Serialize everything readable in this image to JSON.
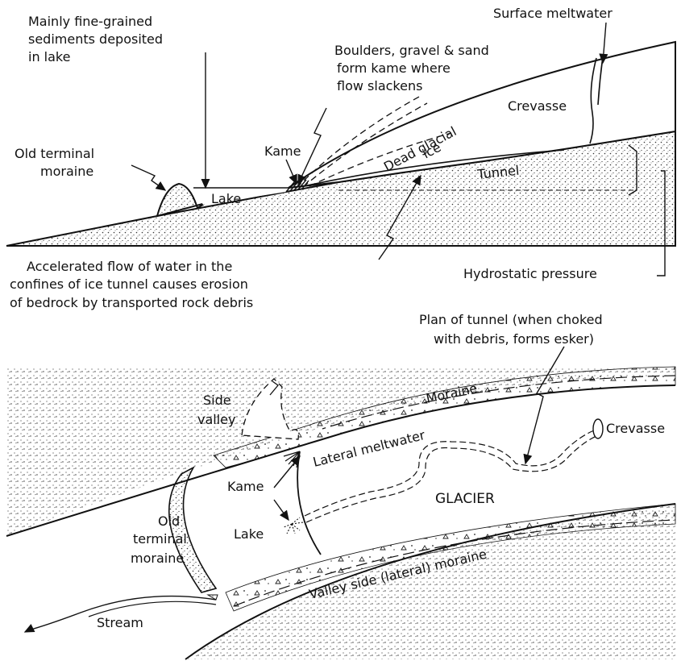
{
  "colors": {
    "ink": "#111111",
    "stipple": "#333333",
    "paper": "#ffffff"
  },
  "top_diagram": {
    "labels": {
      "fine_sediments": [
        "Mainly fine-grained",
        "sediments deposited",
        "in lake"
      ],
      "boulders": [
        "Boulders, gravel & sand",
        "form kame where",
        "flow slackens"
      ],
      "surface_meltwater": "Surface meltwater",
      "crevasse": "Crevasse",
      "dead_ice": [
        "Dead glacial",
        "ice"
      ],
      "old_terminal_moraine": [
        "Old terminal",
        "moraine"
      ],
      "kame": "Kame",
      "lake": "Lake",
      "tunnel": "Tunnel",
      "accelerated_flow": [
        "Accelerated flow of water in the",
        "confines of ice tunnel causes erosion",
        "of bedrock by transported rock debris"
      ],
      "hydrostatic_pressure": "Hydrostatic pressure"
    }
  },
  "bottom_diagram": {
    "labels": {
      "plan_of_tunnel": [
        "Plan of tunnel (when choked",
        "with debris, forms esker)"
      ],
      "side_valley": [
        "Side",
        "valley"
      ],
      "moraine": "Moraine",
      "crevasse": "Crevasse",
      "lateral_meltwater": "Lateral meltwater",
      "kame": "Kame",
      "glacier": "GLACIER",
      "old_terminal_moraine": [
        "Old",
        "terminal",
        "moraine"
      ],
      "lake": "Lake",
      "valley_side_moraine": "Valley side (lateral) moraine",
      "stream": "Stream"
    }
  }
}
